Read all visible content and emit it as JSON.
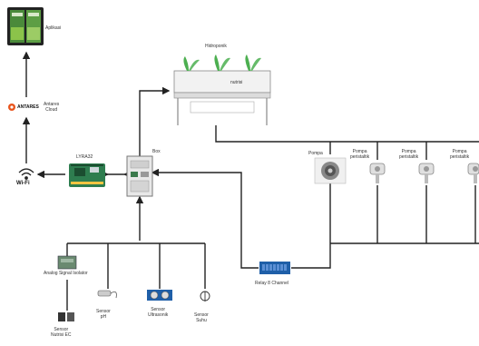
{
  "labels": {
    "aplikasi": "Aplikasi",
    "antares_logo": "ANTARES",
    "antares_cloud": "Antares\nCloud",
    "wifi": "Wi-Fi",
    "board": "LYRA32",
    "box": "Box",
    "hidroponik": "Hidroponik",
    "nutrisi": "nutrisi",
    "pump_motor": "Pompa",
    "relay": "Relay 8 Channel",
    "analog_signal": "Analog Signal Isolator",
    "sensor_pH": "Sensor\npH",
    "sensor_ultrasonik": "Sensor\nUltrasonik",
    "sensor_suhu": "Sensor\nSuhu",
    "sensor_nutrisi": "Sensor\nNutrisi EC",
    "pompa_1": "Pompa\nperistaltik",
    "pompa_2": "Pompa\nperistaltik",
    "pompa_3": "Pompa\nperistaltik"
  },
  "colors": {
    "line": "#222222",
    "pcb_green": "#2e7d4f",
    "relay_blue": "#1f5fa8",
    "antares_orange": "#e8541c"
  }
}
